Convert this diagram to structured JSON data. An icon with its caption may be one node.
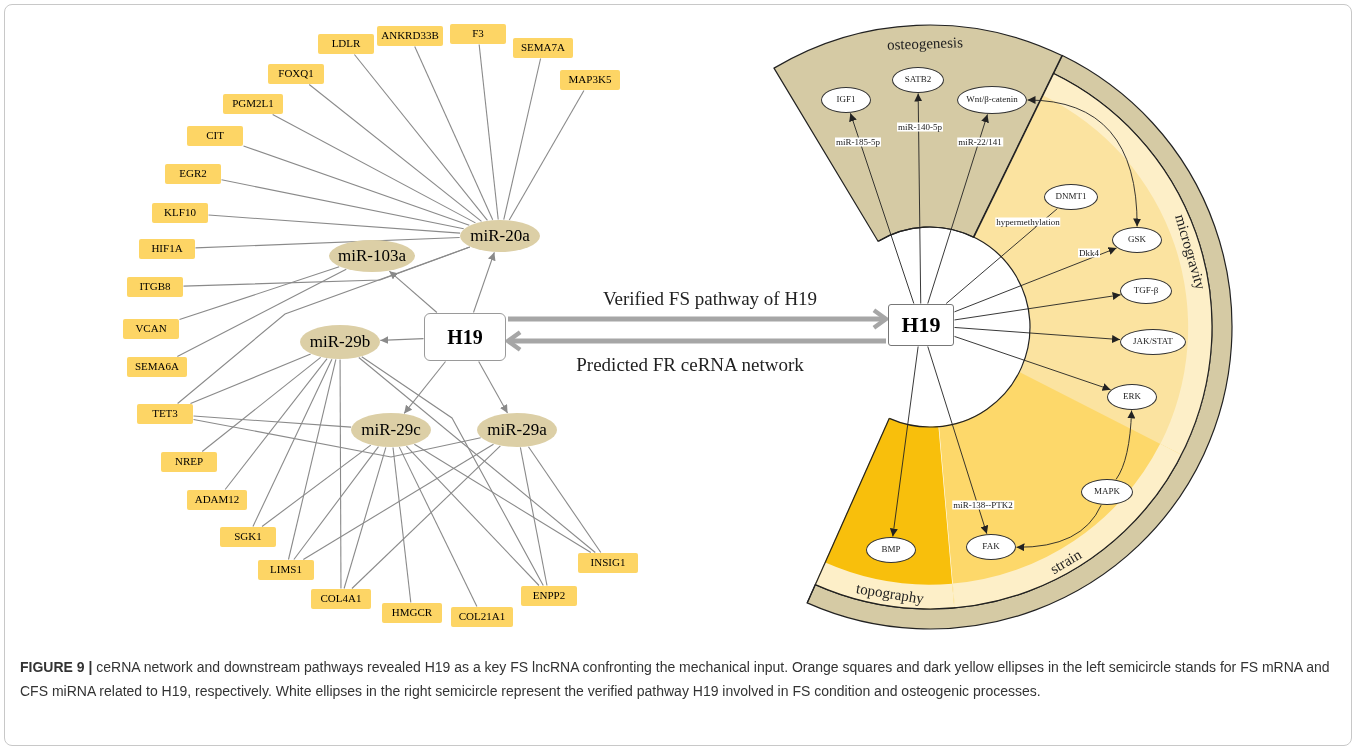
{
  "diagram": {
    "caption": "**FIGURE 9 |** ceRNA network and downstream pathways revealed H19 as a key FS lncRNA confronting the mechanical input. Orange squares and dark yellow ellipses in the left semicircle stands for FS mRNA and CFS miRNA related to H19, respectively. White ellipses in the right semicircle represent the verified pathway H19 involved in FS condition and osteogenic processes.",
    "nodes": [
      {
        "text": [
          "F3"
        ]
      },
      {
        "text": [
          "ANKRD33B"
        ]
      },
      {
        "text": [
          "LDLR"
        ]
      },
      {
        "text": [
          "SEMA7A"
        ]
      },
      {
        "text": [
          "FOXQ1"
        ]
      },
      {
        "text": [
          "MAP3K5"
        ]
      },
      {
        "text": [
          "PGM2L1"
        ]
      },
      {
        "text": [
          "CIT"
        ]
      },
      {
        "text": [
          "EGR2"
        ]
      },
      {
        "text": [
          "KLF10"
        ]
      },
      {
        "text": [
          "miR-20a"
        ]
      },
      {
        "text": [
          "HIF1A"
        ]
      },
      {
        "text": [
          "miR-103a"
        ]
      },
      {
        "text": [
          "ITGB8"
        ]
      },
      {
        "text": [
          "VCAN"
        ]
      },
      {
        "text": [
          "H19"
        ]
      },
      {
        "text": [
          "miR-29b"
        ]
      },
      {
        "text": [
          "SEMA6A"
        ]
      },
      {
        "text": [
          "TET3"
        ]
      },
      {
        "text": [
          "miR-29c"
        ]
      },
      {
        "text": [
          "miR-29a"
        ]
      },
      {
        "text": [
          "NREP"
        ]
      },
      {
        "text": [
          "ADAM12"
        ]
      },
      {
        "text": [
          "SGK1"
        ]
      },
      {
        "text": [
          "INSIG1"
        ]
      },
      {
        "text": [
          "LIMS1"
        ]
      },
      {
        "text": [
          "ENPP2"
        ]
      },
      {
        "text": [
          "COL4A1"
        ]
      },
      {
        "text": [
          "HMGCR"
        ]
      },
      {
        "text": [
          "COL21A1"
        ]
      },
      {
        "text": [
          "osteogenesis"
        ]
      },
      {
        "text": [
          "IGF1"
        ],
        "in": 30
      },
      {
        "text": [
          "SATB2"
        ],
        "in": 30
      },
      {
        "text": [
          "Wnt/β-catenin"
        ],
        "in": 30
      },
      {
        "text": [
          "microgravity"
        ]
      },
      {
        "text": [
          "DNMT1"
        ],
        "in": 34
      },
      {
        "text": [
          "GSK"
        ],
        "in": 34
      },
      {
        "text": [
          "TGF-β"
        ],
        "in": 34
      },
      {
        "text": [
          "H19"
        ]
      },
      {
        "text": [
          "JAK/STAT"
        ],
        "in": 34
      },
      {
        "text": [
          "ERK"
        ],
        "in": 34
      },
      {
        "text": [
          "strain"
        ]
      },
      {
        "text": [
          "MAPK"
        ],
        "in": 41
      },
      {
        "text": [
          "FAK"
        ],
        "in": 41
      },
      {
        "text": [
          "topography"
        ]
      },
      {
        "text": [
          "BMP"
        ],
        "in": 44
      }
    ],
    "edges": [
      {
        "from": 15,
        "to": 10,
        "arrow": "to"
      },
      {
        "from": 15,
        "to": 12,
        "arrow": "to"
      },
      {
        "from": 15,
        "to": 16,
        "arrow": "to"
      },
      {
        "from": 15,
        "to": 19,
        "arrow": "to"
      },
      {
        "from": 15,
        "to": 20,
        "arrow": "to"
      },
      {
        "from": 0,
        "to": 10,
        "arrow": "none"
      },
      {
        "from": 1,
        "to": 10,
        "arrow": "none"
      },
      {
        "from": 2,
        "to": 10,
        "arrow": "none"
      },
      {
        "from": 3,
        "to": 10,
        "arrow": "none"
      },
      {
        "from": 4,
        "to": 10,
        "arrow": "none"
      },
      {
        "from": 5,
        "to": 10,
        "arrow": "none"
      },
      {
        "from": 6,
        "to": 10,
        "arrow": "none"
      },
      {
        "from": 7,
        "to": 10,
        "arrow": "none"
      },
      {
        "from": 8,
        "to": 10,
        "arrow": "none"
      },
      {
        "from": 9,
        "to": 10,
        "arrow": "none"
      },
      {
        "from": 11,
        "to": 10,
        "arrow": "none"
      },
      {
        "from": 13,
        "to": 10,
        "arrow": "none"
      },
      {
        "from": 18,
        "to": 10,
        "arrow": "none"
      },
      {
        "from": 14,
        "to": 12,
        "arrow": "none"
      },
      {
        "from": 17,
        "to": 12,
        "arrow": "none"
      },
      {
        "from": 18,
        "to": 16,
        "arrow": "none"
      },
      {
        "from": 21,
        "to": 16,
        "arrow": "none"
      },
      {
        "from": 22,
        "to": 16,
        "arrow": "none"
      },
      {
        "from": 23,
        "to": 16,
        "arrow": "none"
      },
      {
        "from": 25,
        "to": 16,
        "arrow": "none"
      },
      {
        "from": 27,
        "to": 16,
        "arrow": "none"
      },
      {
        "from": 26,
        "to": 16,
        "arrow": "none"
      },
      {
        "from": 24,
        "to": 16,
        "arrow": "none"
      },
      {
        "from": 18,
        "to": 19,
        "arrow": "none"
      },
      {
        "from": 23,
        "to": 19,
        "arrow": "none"
      },
      {
        "from": 25,
        "to": 19,
        "arrow": "none"
      },
      {
        "from": 27,
        "to": 19,
        "arrow": "none"
      },
      {
        "from": 28,
        "to": 19,
        "arrow": "none"
      },
      {
        "from": 29,
        "to": 19,
        "arrow": "none"
      },
      {
        "from": 26,
        "to": 19,
        "arrow": "none"
      },
      {
        "from": 24,
        "to": 19,
        "arrow": "none"
      },
      {
        "from": 18,
        "to": 20,
        "arrow": "none"
      },
      {
        "from": 25,
        "to": 20,
        "arrow": "none"
      },
      {
        "from": 27,
        "to": 20,
        "arrow": "none"
      },
      {
        "from": 26,
        "to": 20,
        "arrow": "none"
      },
      {
        "from": 24,
        "to": 20,
        "arrow": "none"
      },
      {
        "from": 15,
        "to": 38,
        "arrow": "to",
        "label": "Verified FS pathway of H19",
        "style": "thick",
        "color": "#a6a6a6"
      },
      {
        "from": 38,
        "to": 15,
        "arrow": "to",
        "label": "Predicted FR ceRNA network",
        "style": "thick",
        "color": "#a6a6a6"
      },
      {
        "from": 38,
        "to": 31,
        "arrow": "to",
        "label": "miR-185-5p",
        "color": "#222222"
      },
      {
        "from": 38,
        "to": 32,
        "arrow": "to",
        "label": "miR-140-5p",
        "color": "#222222"
      },
      {
        "from": 38,
        "to": 33,
        "arrow": "to",
        "label": "miR-22/141",
        "color": "#222222"
      },
      {
        "from": 38,
        "to": 35,
        "arrow": "none",
        "label": "hypermethylation",
        "color": "#222222"
      },
      {
        "from": 38,
        "to": 36,
        "arrow": "to",
        "label": "Dkk4",
        "color": "#222222"
      },
      {
        "from": 38,
        "to": 37,
        "arrow": "to",
        "color": "#222222"
      },
      {
        "from": 38,
        "to": 39,
        "arrow": "to",
        "color": "#222222"
      },
      {
        "from": 38,
        "to": 40,
        "arrow": "to",
        "color": "#222222"
      },
      {
        "from": 38,
        "to": 45,
        "arrow": "to",
        "color": "#222222"
      },
      {
        "from": 38,
        "to": 43,
        "arrow": "to",
        "label": "miR-138--PTK2",
        "color": "#222222"
      },
      {
        "from": 33,
        "to": 36,
        "arrow": "both",
        "color": "#222222"
      },
      {
        "from": 42,
        "to": 40,
        "arrow": "to",
        "color": "#222222"
      },
      {
        "from": 42,
        "to": 43,
        "arrow": "to",
        "color": "#222222"
      }
    ]
  }
}
